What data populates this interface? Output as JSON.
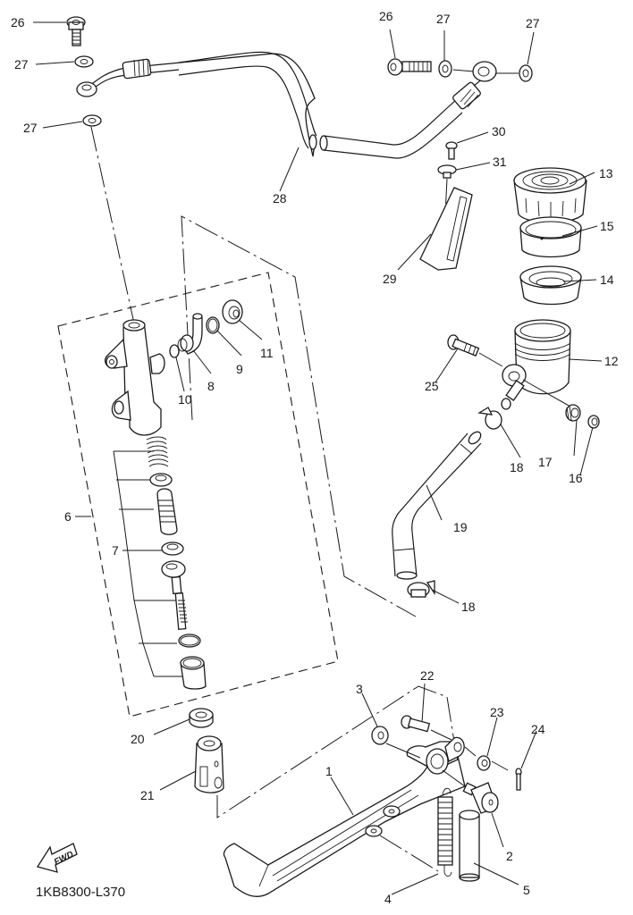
{
  "diagram": {
    "title": "Rear master cylinder exploded parts diagram",
    "reference_code": "1KB8300-L370",
    "direction_indicator": "FWD",
    "colors": {
      "line": "#1a1a1a",
      "background": "#ffffff"
    },
    "callouts": [
      {
        "id": "c1",
        "label": "1",
        "part": "brake pedal"
      },
      {
        "id": "c2",
        "label": "2",
        "part": "pivot bolt"
      },
      {
        "id": "c3",
        "label": "3",
        "part": "washer"
      },
      {
        "id": "c4",
        "label": "4",
        "part": "return spring"
      },
      {
        "id": "c5",
        "label": "5",
        "part": "collar"
      },
      {
        "id": "c6",
        "label": "6",
        "part": "master cylinder kit"
      },
      {
        "id": "c7",
        "label": "7",
        "part": "cup"
      },
      {
        "id": "c8",
        "label": "8",
        "part": "hose joint"
      },
      {
        "id": "c9",
        "label": "9",
        "part": "circlip"
      },
      {
        "id": "c10",
        "label": "10",
        "part": "o-ring"
      },
      {
        "id": "c11",
        "label": "11",
        "part": "grommet"
      },
      {
        "id": "c12",
        "label": "12",
        "part": "reservoir tank"
      },
      {
        "id": "c13",
        "label": "13",
        "part": "reservoir cap"
      },
      {
        "id": "c14",
        "label": "14",
        "part": "diaphragm"
      },
      {
        "id": "c15",
        "label": "15",
        "part": "plate"
      },
      {
        "id": "c16",
        "label": "16",
        "part": "cap"
      },
      {
        "id": "c17",
        "label": "17",
        "part": "damper"
      },
      {
        "id": "c18a",
        "label": "18",
        "part": "hose clip (upper)"
      },
      {
        "id": "c18b",
        "label": "18",
        "part": "hose clip (lower)"
      },
      {
        "id": "c19",
        "label": "19",
        "part": "reservoir hose"
      },
      {
        "id": "c20",
        "label": "20",
        "part": "nut"
      },
      {
        "id": "c21",
        "label": "21",
        "part": "joint (clevis)"
      },
      {
        "id": "c22",
        "label": "22",
        "part": "bolt"
      },
      {
        "id": "c23",
        "label": "23",
        "part": "pin"
      },
      {
        "id": "c24",
        "label": "24",
        "part": "washer"
      },
      {
        "id": "c25",
        "label": "25",
        "part": "cotter pin"
      },
      {
        "id": "c26a",
        "label": "26",
        "part": "union bolt (left)"
      },
      {
        "id": "c26b",
        "label": "26",
        "part": "union bolt (right)"
      },
      {
        "id": "c27a",
        "label": "27",
        "part": "copper washer (upper left)"
      },
      {
        "id": "c27b",
        "label": "27",
        "part": "copper washer (lower left)"
      },
      {
        "id": "c27c",
        "label": "27",
        "part": "copper washer (right inner)"
      },
      {
        "id": "c27d",
        "label": "27",
        "part": "copper washer (right outer)"
      },
      {
        "id": "c28",
        "label": "28",
        "part": "brake hose"
      },
      {
        "id": "c29",
        "label": "29",
        "part": "bracket"
      },
      {
        "id": "c30",
        "label": "30",
        "part": "screw"
      },
      {
        "id": "c31",
        "label": "31",
        "part": "collar"
      }
    ]
  }
}
